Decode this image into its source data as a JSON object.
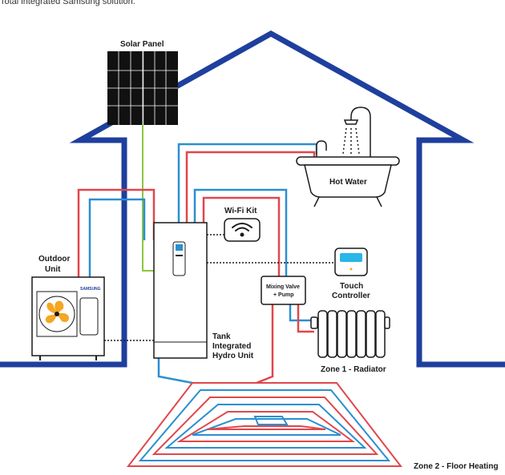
{
  "caption": "Total integrated Samsung solution.",
  "colors": {
    "house_outline": "#1f3f9e",
    "flow_red": "#e0474c",
    "flow_blue": "#2a8fd0",
    "solar_line": "#8cc63f",
    "panel": "#111111",
    "fan": "#f5a623",
    "controller_screen": "#29b6e8"
  },
  "labels": {
    "solar_panel": "Solar Panel",
    "hot_water": "Hot Water",
    "wifi_kit": "Wi-Fi Kit",
    "outdoor_unit_line1": "Outdoor",
    "outdoor_unit_line2": "Unit",
    "brand": "SAMSUNG",
    "touch_controller_line1": "Touch",
    "touch_controller_line2": "Controller",
    "mixing_valve_line1": "Mixing Valve",
    "mixing_valve_line2": "+ Pump",
    "tank_line1": "Tank",
    "tank_line2": "Integrated",
    "tank_line3": "Hydro Unit",
    "zone1": "Zone 1 - Radiator",
    "zone2": "Zone 2 - Floor Heating"
  },
  "icons": [
    "solar-panel-icon",
    "bathtub-icon",
    "shower-icon",
    "wifi-icon",
    "fan-icon",
    "radiator-icon",
    "thermostat-icon",
    "floor-heating-coil-icon"
  ]
}
